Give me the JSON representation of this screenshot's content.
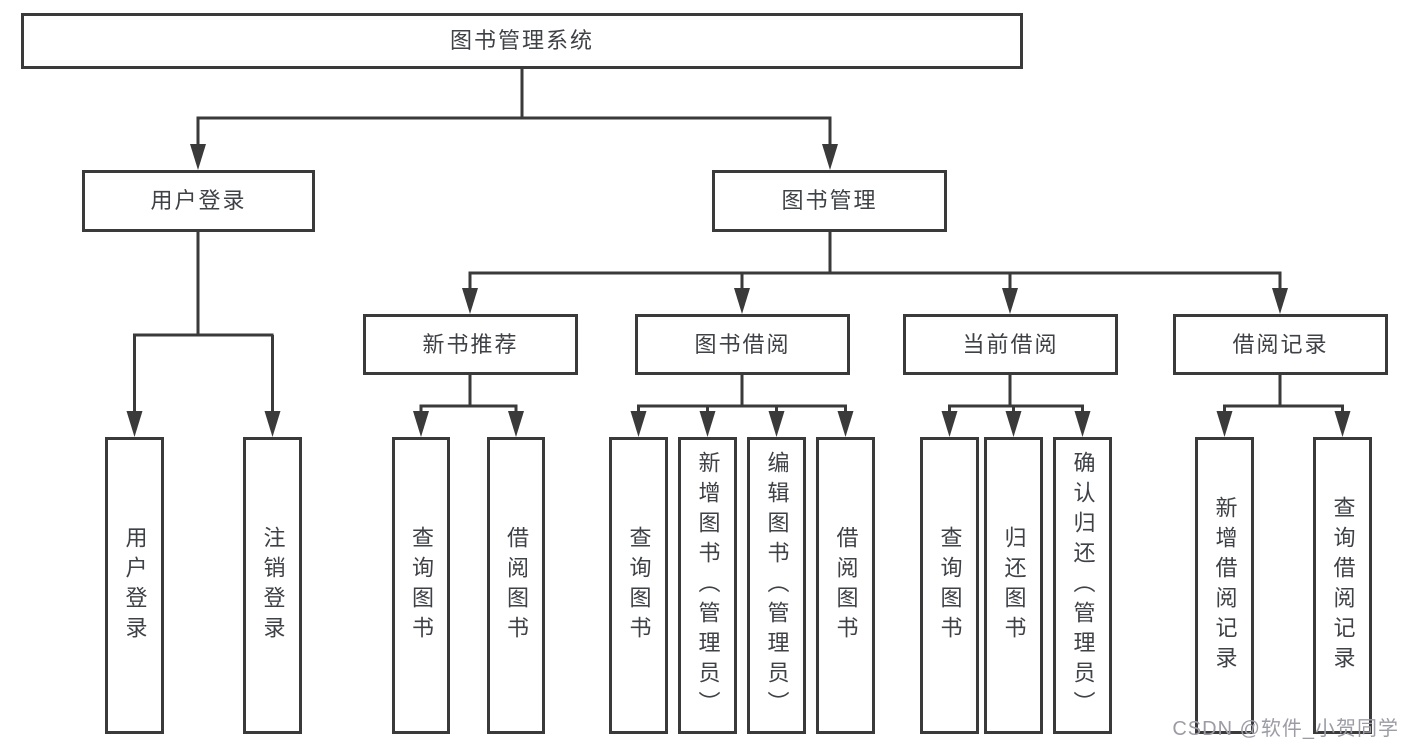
{
  "diagram": {
    "root": {
      "label": "图书管理系统",
      "children": [
        {
          "label": "用户登录",
          "children": [
            {
              "label": "用户登录"
            },
            {
              "label": "注销登录"
            }
          ]
        },
        {
          "label": "图书管理",
          "children": [
            {
              "label": "新书推荐",
              "children": [
                {
                  "label": "查询图书"
                },
                {
                  "label": "借阅图书"
                }
              ]
            },
            {
              "label": "图书借阅",
              "children": [
                {
                  "label": "查询图书"
                },
                {
                  "label": "新增图书（管理员）"
                },
                {
                  "label": "编辑图书（管理员）"
                },
                {
                  "label": "借阅图书"
                }
              ]
            },
            {
              "label": "当前借阅",
              "children": [
                {
                  "label": "查询图书"
                },
                {
                  "label": "归还图书"
                },
                {
                  "label": "确认归还（管理员）"
                }
              ]
            },
            {
              "label": "借阅记录",
              "children": [
                {
                  "label": "新增借阅记录"
                },
                {
                  "label": "查询借阅记录"
                }
              ]
            }
          ]
        }
      ]
    },
    "colors": {
      "line": "#3a3a3a",
      "box_border": "#3a3a3a",
      "box_text": "#3e4146",
      "background": "#ffffff"
    }
  },
  "watermark": {
    "text": "CSDN @软件_小贺同学",
    "color": "#9c9ca6"
  }
}
